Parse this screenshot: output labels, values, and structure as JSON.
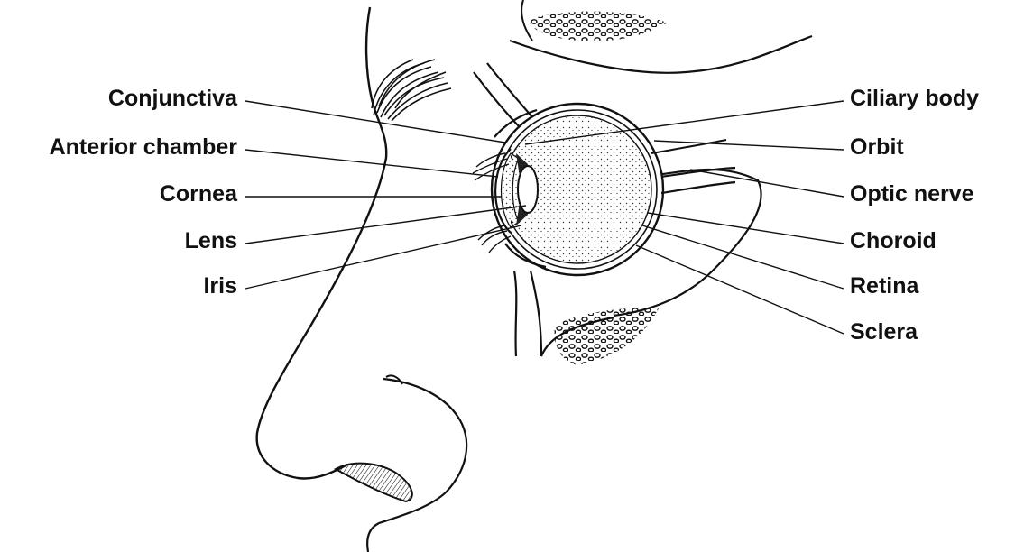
{
  "labels": {
    "left": [
      "Conjunctiva",
      "Anterior chamber",
      "Cornea",
      "Lens",
      "Iris"
    ],
    "right": [
      "Ciliary body",
      "Orbit",
      "Optic nerve",
      "Choroid",
      "Retina",
      "Sclera"
    ]
  }
}
